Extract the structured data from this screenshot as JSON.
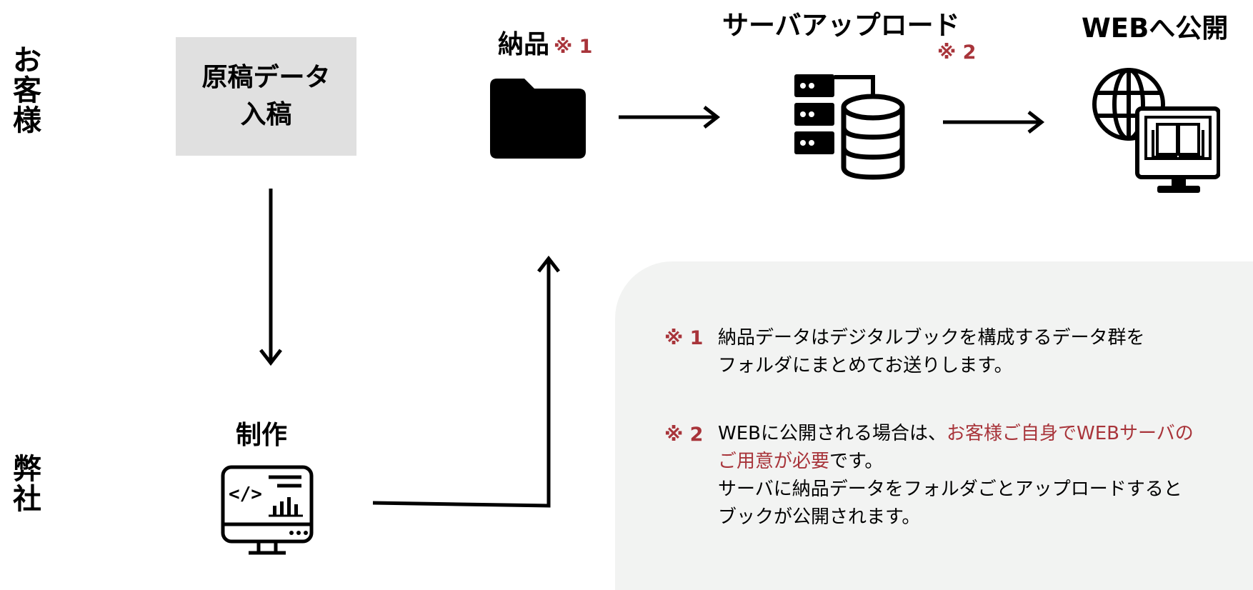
{
  "side_labels": {
    "customer": [
      "お",
      "客",
      "様"
    ],
    "company": [
      "弊",
      "社"
    ]
  },
  "steps": {
    "manuscript": [
      "原稿データ",
      "入稿"
    ],
    "production": "制作",
    "delivery": "納品",
    "delivery_mark": "※ 1",
    "upload": "サーバアップロード",
    "upload_mark": "※ 2",
    "publish": "WEBへ公開"
  },
  "icons": {
    "delivery": "folder-icon",
    "upload": "server-database-icon",
    "publish": "globe-monitor-book-icon",
    "production": "code-monitor-icon"
  },
  "notes": {
    "n1_mark": "※ 1",
    "n1_lines": [
      "納品データはデジタルブックを構成するデータ群を",
      "フォルダにまとめてお送りします。"
    ],
    "n2_mark": "※ 2",
    "n2_line1_plain": "WEBに公開される場合は、",
    "n2_line1_red": "お客様ご自身でWEBサーバの",
    "n2_line2_red": "ご用意が必要",
    "n2_line2_plain": "です。",
    "n2_line3": "サーバに納品データをフォルダごとアップロードすると",
    "n2_line4": "ブックが公開されます。"
  },
  "colors": {
    "accent_red": "#a8343a",
    "box_gray": "#e0e0e0",
    "panel_gray": "#f2f3f2"
  }
}
